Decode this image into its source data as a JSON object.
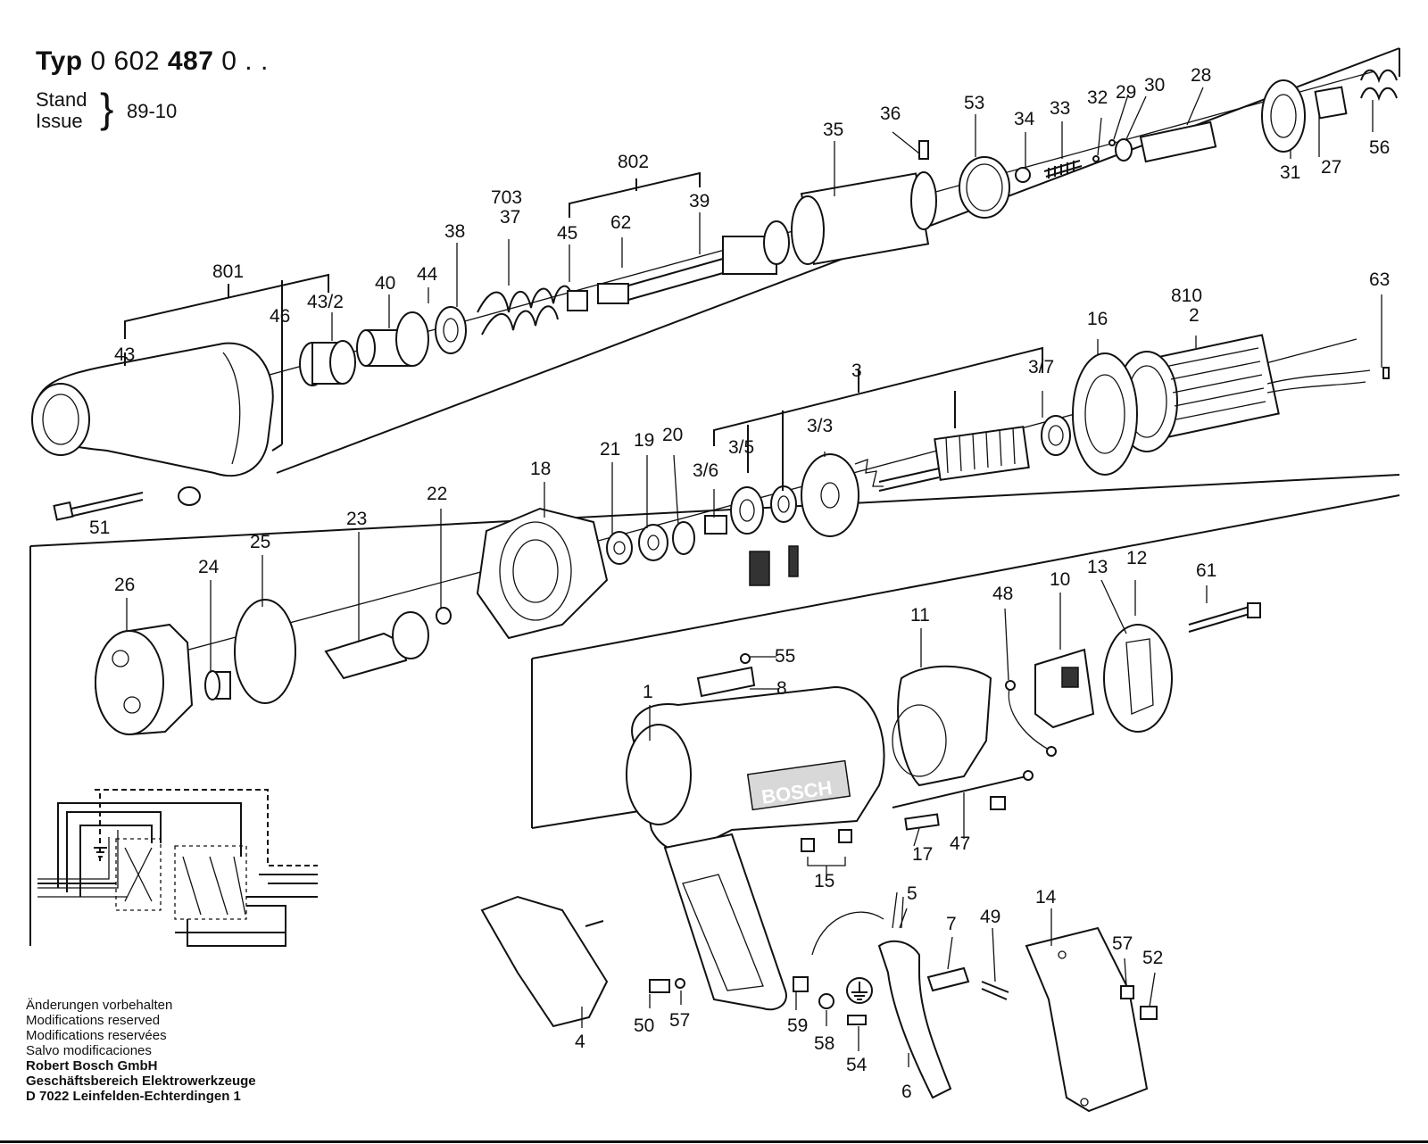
{
  "header": {
    "type_label": "Typ",
    "type_number": "0 602",
    "type_number_bold": "487",
    "type_suffix": "0 . .",
    "stand_label": "Stand",
    "issue_label": "Issue",
    "issue_value": "89-10"
  },
  "notes": {
    "lines": [
      "Änderungen vorbehalten",
      "Modifications reserved",
      "Modifications reservées",
      "Salvo modificaciones"
    ],
    "company": [
      "Robert Bosch GmbH",
      "Geschäftsbereich Elektrowerkzeuge",
      "D 7022 Leinfelden-Echterdingen 1"
    ]
  },
  "brand_on_housing": "BOSCH",
  "callouts": [
    {
      "id": "c801",
      "text": "801"
    },
    {
      "id": "c43",
      "text": "43"
    },
    {
      "id": "c46",
      "text": "46"
    },
    {
      "id": "c432",
      "text": "43/2"
    },
    {
      "id": "c40",
      "text": "40"
    },
    {
      "id": "c44",
      "text": "44"
    },
    {
      "id": "c38",
      "text": "38"
    },
    {
      "id": "c703",
      "text": "703"
    },
    {
      "id": "c37",
      "text": "37"
    },
    {
      "id": "c802",
      "text": "802"
    },
    {
      "id": "c45",
      "text": "45"
    },
    {
      "id": "c62",
      "text": "62"
    },
    {
      "id": "c39",
      "text": "39"
    },
    {
      "id": "c35",
      "text": "35"
    },
    {
      "id": "c36",
      "text": "36"
    },
    {
      "id": "c53",
      "text": "53"
    },
    {
      "id": "c34",
      "text": "34"
    },
    {
      "id": "c33",
      "text": "33"
    },
    {
      "id": "c32",
      "text": "32"
    },
    {
      "id": "c29",
      "text": "29"
    },
    {
      "id": "c30",
      "text": "30"
    },
    {
      "id": "c28",
      "text": "28"
    },
    {
      "id": "c31",
      "text": "31"
    },
    {
      "id": "c27",
      "text": "27"
    },
    {
      "id": "c56",
      "text": "56"
    },
    {
      "id": "c51",
      "text": "51"
    },
    {
      "id": "c810",
      "text": "810"
    },
    {
      "id": "c2",
      "text": "2"
    },
    {
      "id": "c63",
      "text": "63"
    },
    {
      "id": "c16",
      "text": "16"
    },
    {
      "id": "c3",
      "text": "3"
    },
    {
      "id": "c37b",
      "text": "3/7"
    },
    {
      "id": "c33b",
      "text": "3/3"
    },
    {
      "id": "c35b",
      "text": "3/5"
    },
    {
      "id": "c36b",
      "text": "3/6"
    },
    {
      "id": "c18",
      "text": "18"
    },
    {
      "id": "c21",
      "text": "21"
    },
    {
      "id": "c19",
      "text": "19"
    },
    {
      "id": "c20",
      "text": "20"
    },
    {
      "id": "c22",
      "text": "22"
    },
    {
      "id": "c23",
      "text": "23"
    },
    {
      "id": "c25",
      "text": "25"
    },
    {
      "id": "c24",
      "text": "24"
    },
    {
      "id": "c26",
      "text": "26"
    },
    {
      "id": "c48",
      "text": "48"
    },
    {
      "id": "c10",
      "text": "10"
    },
    {
      "id": "c13",
      "text": "13"
    },
    {
      "id": "c12",
      "text": "12"
    },
    {
      "id": "c61",
      "text": "61"
    },
    {
      "id": "c11",
      "text": "11"
    },
    {
      "id": "c55",
      "text": "55"
    },
    {
      "id": "c8",
      "text": "8"
    },
    {
      "id": "c1",
      "text": "1"
    },
    {
      "id": "c47",
      "text": "47"
    },
    {
      "id": "c17",
      "text": "17"
    },
    {
      "id": "c15",
      "text": "15"
    },
    {
      "id": "c5",
      "text": "5"
    },
    {
      "id": "c7",
      "text": "7"
    },
    {
      "id": "c49",
      "text": "49"
    },
    {
      "id": "c14",
      "text": "14"
    },
    {
      "id": "c57",
      "text": "57"
    },
    {
      "id": "c52",
      "text": "52"
    },
    {
      "id": "c4",
      "text": "4"
    },
    {
      "id": "c50",
      "text": "50"
    },
    {
      "id": "c57b",
      "text": "57"
    },
    {
      "id": "c59",
      "text": "59"
    },
    {
      "id": "c58",
      "text": "58"
    },
    {
      "id": "c54",
      "text": "54"
    },
    {
      "id": "c6",
      "text": "6"
    }
  ]
}
